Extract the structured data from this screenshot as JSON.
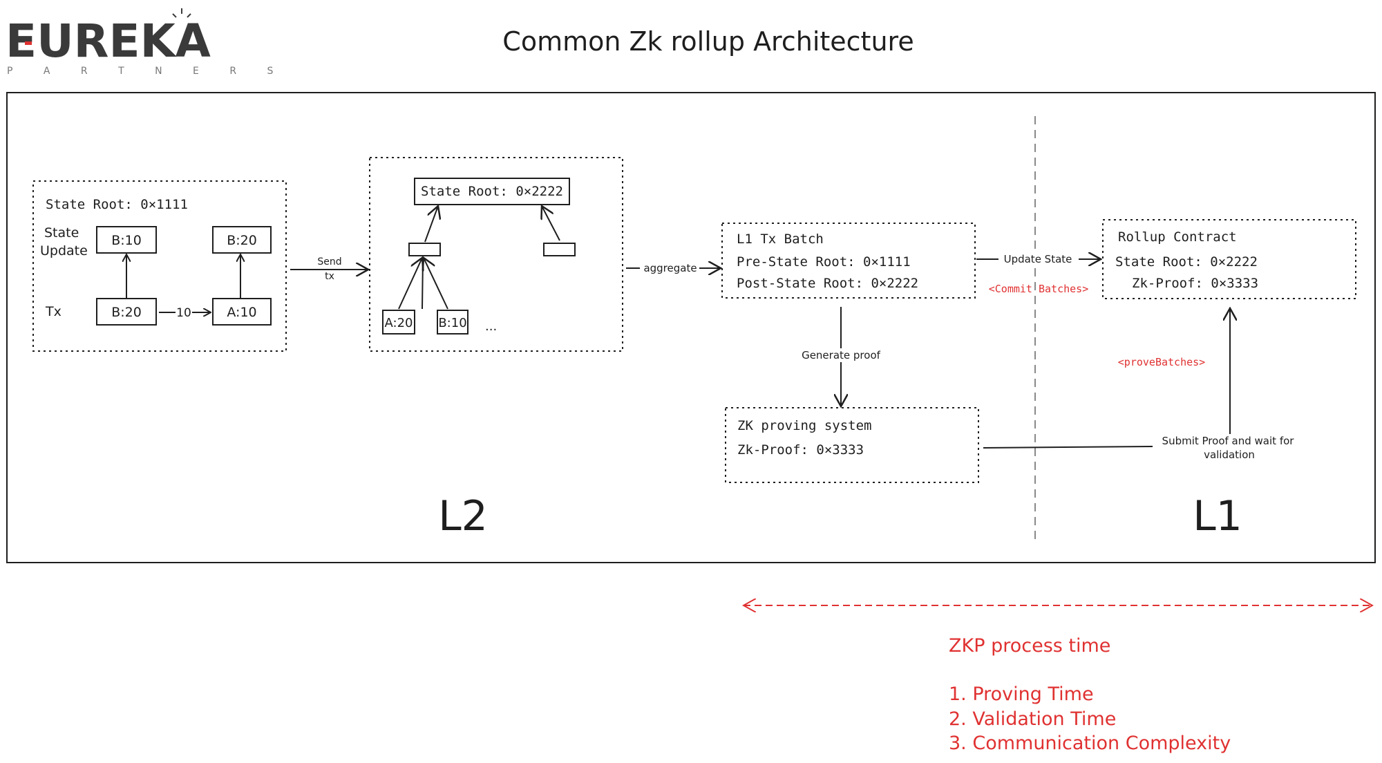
{
  "logo": {
    "brand": "EUREKA",
    "sub": "P A R T N E R S"
  },
  "title": "Common Zk rollup Architecture",
  "box1": {
    "state_root": "State Root: 0×1111",
    "state_update_line1": "State",
    "state_update_line2": "Update",
    "tx_label": "Tx",
    "node_b10": "B:10",
    "node_b20_top": "B:20",
    "node_b20_bottom": "B:20",
    "node_a10": "A:10",
    "transfer_amount": "10"
  },
  "send_tx": {
    "line1": "Send",
    "line2": "tx"
  },
  "box2": {
    "state_root": "State Root: 0×2222",
    "leaf_a20": "A:20",
    "leaf_b10": "B:10",
    "ellipsis": "..."
  },
  "aggregate_label": "aggregate",
  "l1_batch": {
    "title": "L1 Tx Batch",
    "pre": "Pre-State Root: 0×1111",
    "post": "Post-State Root: 0×2222"
  },
  "update_state_label": "Update State",
  "commit_batches_label": "<Commit Batches>",
  "rollup_contract": {
    "title": "Rollup Contract",
    "state_root": "State Root: 0×2222",
    "zk_proof": "Zk-Proof: 0×3333"
  },
  "generate_proof_label": "Generate proof",
  "prove_batches_label": "<proveBatches>",
  "zk_system": {
    "title": "ZK proving system",
    "zk_proof": "Zk-Proof: 0×3333"
  },
  "submit_label_line1": "Submit Proof and wait for",
  "submit_label_line2": "validation",
  "l2_label": "L2",
  "l1_label": "L1",
  "zkp": {
    "heading": "ZKP process time",
    "items": [
      "1. Proving Time",
      "2. Validation Time",
      "3. Communication Complexity"
    ]
  },
  "colors": {
    "ink": "#1e1e1e",
    "accent_red": "#e03131",
    "logo_gray": "#3a3a3a",
    "logo_red": "#e03131"
  }
}
